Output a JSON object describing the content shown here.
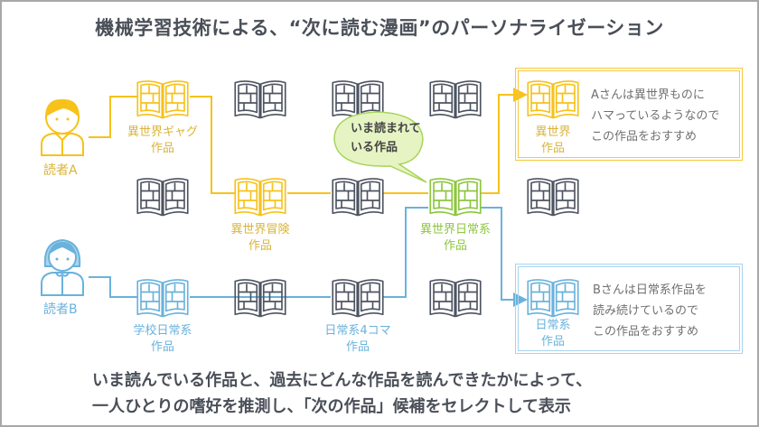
{
  "title": "機械学習技術による、“次に読む漫画”のパーソナライゼーション",
  "colors": {
    "reader_a": "#f7c21a",
    "reader_b": "#6ab2dc",
    "current": "#8cc63f",
    "neutral_book": "#4d5461",
    "bubble_fill": "#e6f4c4",
    "text": "#4a4f58"
  },
  "readers": [
    {
      "id": "a",
      "label": "読者A",
      "icon": "boy-avatar-icon"
    },
    {
      "id": "b",
      "label": "読者B",
      "icon": "girl-avatar-icon"
    }
  ],
  "books": {
    "a_gag": {
      "label_line1": "異世界ギャグ",
      "label_line2": "作品"
    },
    "a_adventure": {
      "label_line1": "異世界冒険",
      "label_line2": "作品"
    },
    "current": {
      "label_line1": "異世界日常系",
      "label_line2": "作品"
    },
    "b_school": {
      "label_line1": "学校日常系",
      "label_line2": "作品"
    },
    "b_4koma": {
      "label_line1": "日常系4コマ",
      "label_line2": "作品"
    }
  },
  "bubble": {
    "line1": "いま読まれて",
    "line2": "いる作品"
  },
  "recommendations": [
    {
      "reader": "a",
      "book_label_line1": "異世界",
      "book_label_line2": "作品",
      "text_lines": [
        "Aさんは異世界ものに",
        "ハマっているようなので",
        "この作品をおすすめ"
      ]
    },
    {
      "reader": "b",
      "book_label_line1": "日常系",
      "book_label_line2": "作品",
      "text_lines": [
        "Bさんは日常系作品を",
        "読み続けているので",
        "この作品をおすすめ"
      ]
    }
  ],
  "footer": {
    "line1": "いま読んでいる作品と、過去にどんな作品を読んできたかによって、",
    "line2": "一人ひとりの嗜好を推測し、「次の作品」候補をセレクトして表示"
  }
}
